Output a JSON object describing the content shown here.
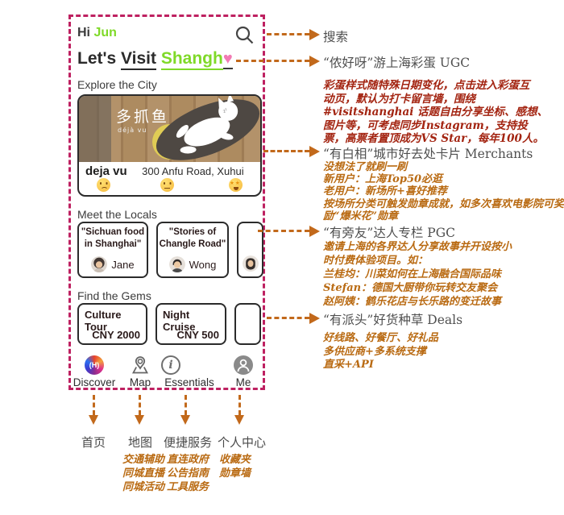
{
  "colors": {
    "frame_pink": "#BE2161",
    "accent_green": "#7FD928",
    "heart_pink": "#F27BB4",
    "arrow_orange": "#C2691B",
    "note_orange": "#B96A12",
    "note_red": "#A32411",
    "title_gray": "#4F4F4F"
  },
  "app": {
    "greeting_hi": "Hi",
    "greeting_name": "Jun",
    "title_lets": "Let's",
    "title_visit": "Visit",
    "title_city": "Shangh",
    "heart_glyph": "♥",
    "explore": {
      "heading": "Explore the City",
      "photo_brand_cn": "多抓鱼",
      "photo_brand_en": "déjà vu",
      "venue_name": "deja vu",
      "venue_address": "300 Anfu Road, Xuhui",
      "reaction_icons": [
        "frowning-face-icon",
        "neutral-face-icon",
        "star-struck-face-icon"
      ],
      "star_eyes": "★★"
    },
    "locals": {
      "heading": "Meet the Locals",
      "cards": [
        {
          "quote": "\"Sichuan food in Shanghai\"",
          "author": "Jane"
        },
        {
          "quote": "\"Stories of Changle Road\"",
          "author": "Wong"
        }
      ]
    },
    "gems": {
      "heading": "Find the Gems",
      "cards": [
        {
          "name": "Culture Tour",
          "price": "CNY 2000"
        },
        {
          "name": "Night Cruise",
          "price": "CNY 500"
        }
      ]
    },
    "tabbar": {
      "discover": "Discover",
      "map": "Map",
      "essentials": "Essentials",
      "me": "Me",
      "discover_logo_text": "(H)",
      "essentials_glyph": "i"
    }
  },
  "annotations": {
    "search_label": "搜索",
    "ugc": {
      "title": "“侬好呀”游上海彩蛋 UGC",
      "lines": [
        "彩蛋样式随特殊日期变化，点击进入彩蛋互",
        "动页，默认为打卡留言墙，围绕",
        "#visitshanghai 话题自由分享坐标、感想、",
        "图片等，可考虑同步Instagram，支持投",
        "票，高票者置顶成为VS Star，每年100人。"
      ]
    },
    "merchants": {
      "title": "“有白相”城市好去处卡片 Merchants",
      "lines": [
        "没想法了就刷一刷",
        "新用户：上海Top50必逛",
        "老用户：新场所+喜好推荐",
        "按场所分类可触发勋章成就，如多次喜欢电影院可奖",
        "励“爆米花”勋章"
      ]
    },
    "pgc": {
      "title": "“有旁友”达人专栏 PGC",
      "lines": [
        "邀请上海的各界达人分享故事并开设按小",
        "时付费体验项目。如：",
        "兰桂均：川菜如何在上海融合国际品味",
        "Stefan：德国大厨带你玩转交友聚会",
        "赵阿姨：鹤乐花店与长乐路的变迁故事"
      ]
    },
    "deals": {
      "title": "“有派头”好货种草 Deals",
      "lines": [
        "好线路、好餐厅、好礼品",
        "多供应商+多系统支撑",
        "直采+API"
      ]
    },
    "bottom": {
      "home": {
        "title": "首页"
      },
      "map": {
        "title": "地图",
        "items": [
          "交通辅助",
          "同城直播",
          "同城活动"
        ]
      },
      "services": {
        "title": "便捷服务",
        "items": [
          "直连政府",
          "公告指南",
          "工具服务"
        ]
      },
      "me": {
        "title": "个人中心",
        "items": [
          "收藏夹",
          "勋章墙"
        ]
      }
    }
  }
}
